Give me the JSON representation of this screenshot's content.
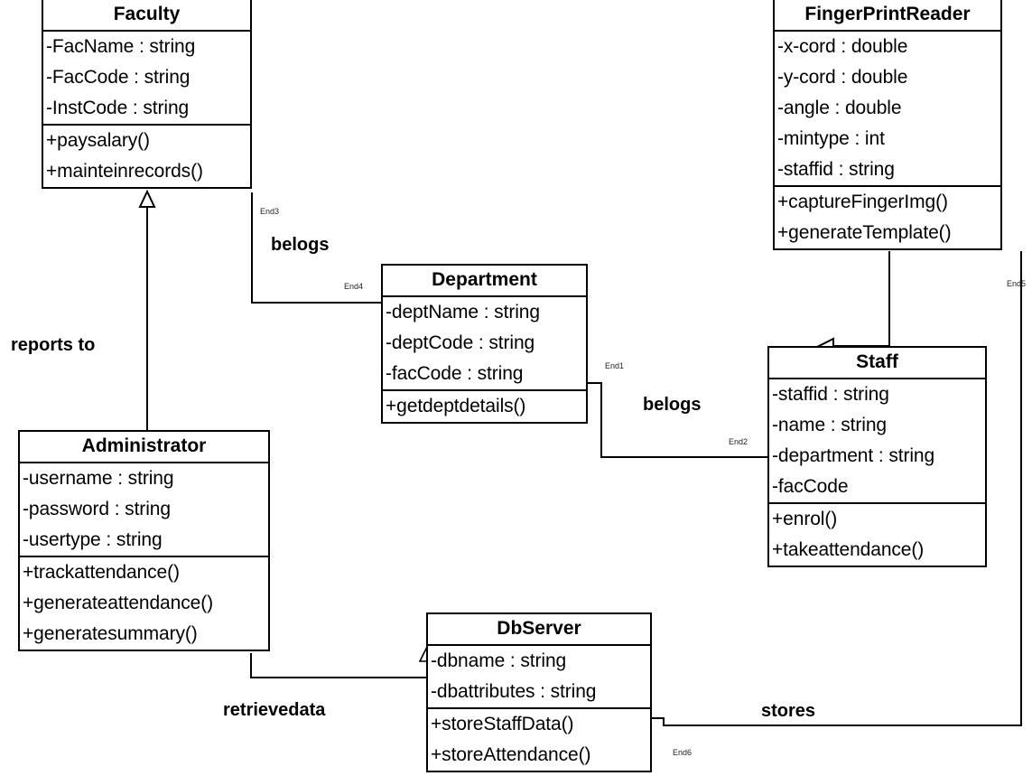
{
  "diagram": {
    "kind": "uml-class-diagram",
    "stroke_color": "#000000",
    "background_color": "#ffffff"
  },
  "classes": [
    {
      "id": "faculty",
      "name": "Faculty",
      "attributes": [
        "-FacName : string",
        "-FacCode : string",
        "-InstCode : string"
      ],
      "operations": [
        "+paysalary()",
        "+mainteinrecords()"
      ]
    },
    {
      "id": "fingerprintreader",
      "name": "FingerPrintReader",
      "attributes": [
        "-x-cord : double",
        "-y-cord : double",
        "-angle : double",
        "-mintype : int",
        "-staffid : string"
      ],
      "operations": [
        "+captureFingerImg()",
        "+generateTemplate()"
      ]
    },
    {
      "id": "department",
      "name": "Department",
      "attributes": [
        "-deptName : string",
        "-deptCode : string",
        "-facCode : string"
      ],
      "operations": [
        "+getdeptdetails()"
      ]
    },
    {
      "id": "staff",
      "name": "Staff",
      "attributes": [
        "-staffid : string",
        "-name : string",
        "-department : string",
        "-facCode"
      ],
      "operations": [
        "+enrol()",
        "+takeattendance()"
      ]
    },
    {
      "id": "administrator",
      "name": "Administrator",
      "attributes": [
        "-username : string",
        "-password : string",
        "-usertype : string"
      ],
      "operations": [
        "+trackattendance()",
        "+generateattendance()",
        "+generatesummary()"
      ]
    },
    {
      "id": "dbserver",
      "name": "DbServer",
      "attributes": [
        "-dbname : string",
        "-dbattributes : string"
      ],
      "operations": [
        "+storeStaffData()",
        "+storeAttendance()"
      ]
    }
  ],
  "associations": [
    {
      "id": "assoc-faculty-department",
      "label": "belogs",
      "source_end": "End3",
      "target_end": "End4"
    },
    {
      "id": "assoc-department-staff",
      "label": "belogs",
      "source_end": "End1",
      "target_end": "End2"
    },
    {
      "id": "assoc-administrator-faculty",
      "label": "reports to",
      "source_end": "",
      "target_end": ""
    },
    {
      "id": "assoc-administrator-dbserver",
      "label": "retrievedata",
      "source_end": "",
      "target_end": ""
    },
    {
      "id": "assoc-fingerprintreader-dbserver",
      "label": "stores",
      "source_end": "End5",
      "target_end": "End6"
    },
    {
      "id": "assoc-fingerprintreader-staff",
      "label": "",
      "source_end": "",
      "target_end": ""
    }
  ],
  "end_labels": {
    "end1": "End1",
    "end2": "End2",
    "end3": "End3",
    "end4": "End4",
    "end5": "End5",
    "end6": "End6"
  },
  "edge_labels": {
    "belogs_faculty_department": "belogs",
    "belogs_department_staff": "belogs",
    "reports_to": "reports to",
    "retrievedata": "retrievedata",
    "stores": "stores"
  }
}
